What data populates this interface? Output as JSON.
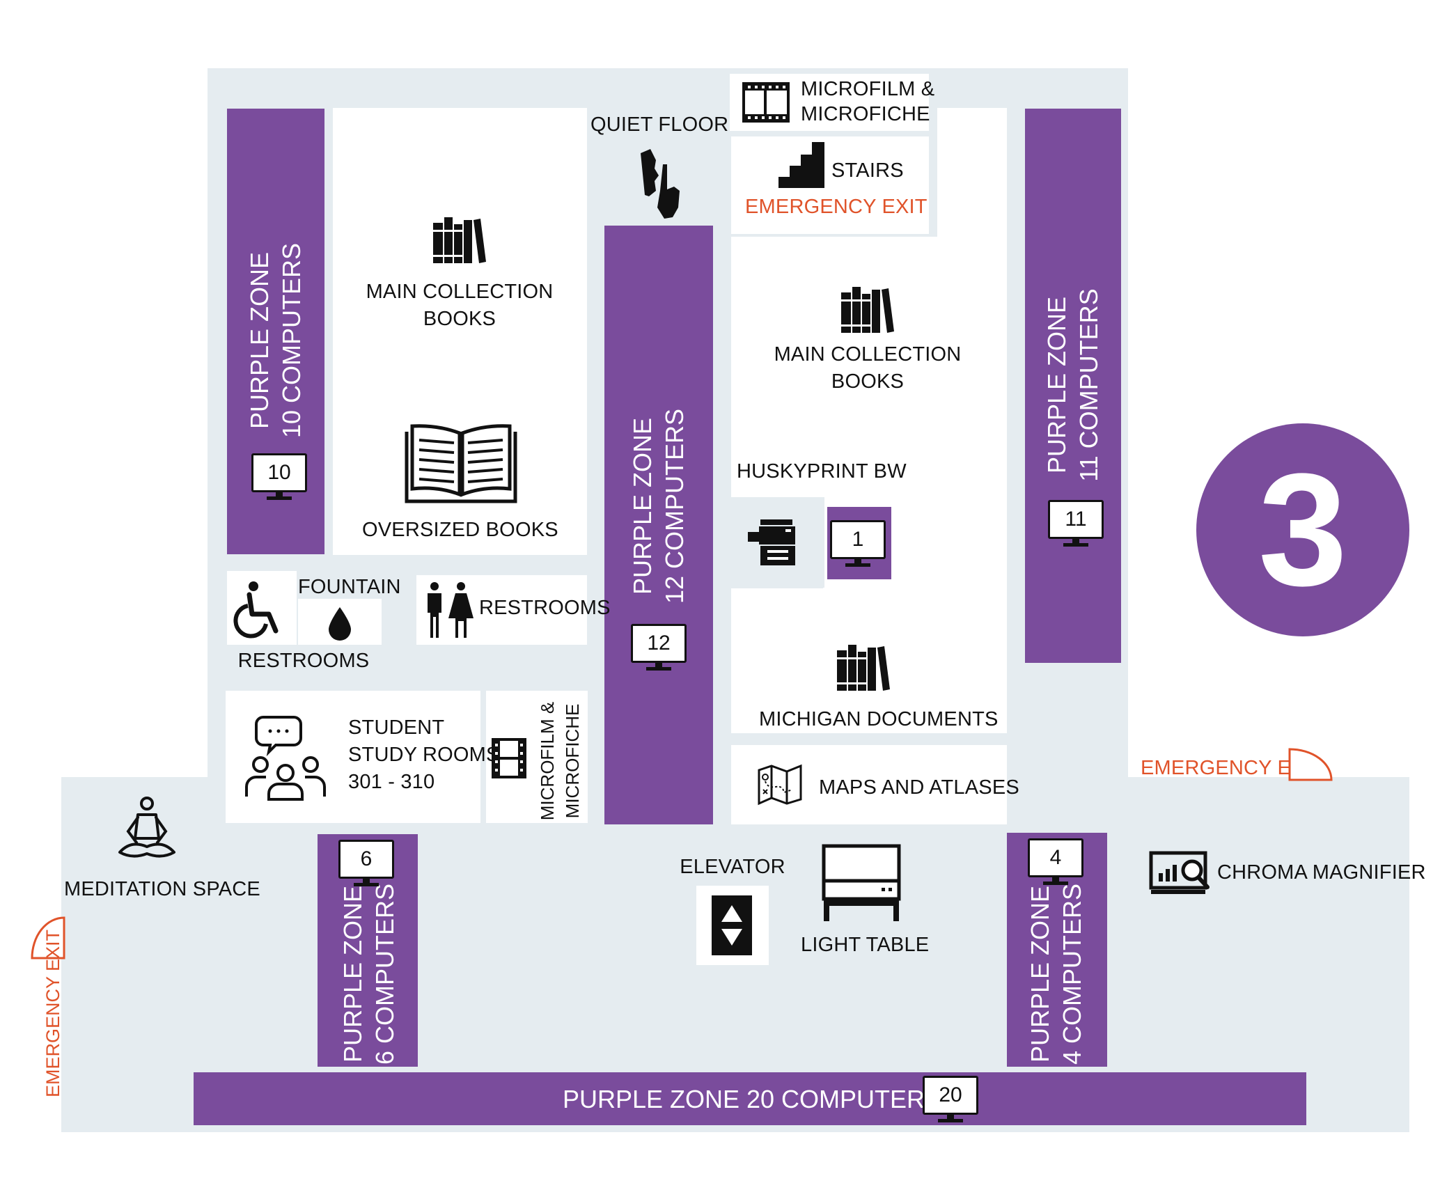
{
  "colors": {
    "purple": "#7a4c9c",
    "floor": "#e5ecf0",
    "exit": "#e0532a"
  },
  "floor_number": "3",
  "zones": {
    "z10": {
      "line1": "PURPLE  ZONE",
      "line2": "10 COMPUTERS",
      "count": "10"
    },
    "z12": {
      "line1": "PURPLE  ZONE",
      "line2": "12 COMPUTERS",
      "count": "12"
    },
    "z11": {
      "line1": "PURPLE  ZONE",
      "line2": "11 COMPUTERS",
      "count": "11"
    },
    "z6": {
      "line1": "PURPLE  ZONE",
      "line2": "6 COMPUTERS",
      "count": "6"
    },
    "z4": {
      "line1": "PURPLE  ZONE",
      "line2": "4 COMPUTERS",
      "count": "4"
    },
    "z20": {
      "label": "PURPLE ZONE 20 COMPUTERS",
      "count": "20"
    },
    "husky_count": "1"
  },
  "labels": {
    "main_collection_1": [
      "MAIN COLLECTION",
      "BOOKS"
    ],
    "main_collection_2": [
      "MAIN COLLECTION",
      "BOOKS"
    ],
    "oversized": "OVERSIZED BOOKS",
    "quiet_floor": "QUIET FLOOR",
    "microfilm_top": [
      "MICROFILM &",
      "MICROFICHE"
    ],
    "stairs": "STAIRS",
    "emergency_exit": "EMERGENCY EXIT",
    "huskyprint": "HUSKYPRINT BW",
    "fountain": "FOUNTAIN",
    "restrooms_left": "RESTROOMS",
    "restrooms_right": "RESTROOMS",
    "michigan_docs": "MICHIGAN DOCUMENTS",
    "study_rooms": [
      "STUDENT",
      "STUDY ROOMS",
      "301 - 310"
    ],
    "microfilm_side": [
      "MICROFILM &",
      "MICROFICHE"
    ],
    "maps": "MAPS AND ATLASES",
    "meditation": "MEDITATION SPACE",
    "elevator": "ELEVATOR",
    "light_table": "LIGHT TABLE",
    "chroma": "CHROMA MAGNIFIER"
  },
  "icons": [
    "books-icon",
    "open-book-icon",
    "quiet-icon",
    "film-icon",
    "stairs-icon",
    "printer-icon",
    "wheelchair-icon",
    "water-drop-icon",
    "restroom-icon",
    "study-group-icon",
    "map-icon",
    "meditation-icon",
    "elevator-icon",
    "light-table-icon",
    "magnifier-icon",
    "door-icon",
    "monitor-icon"
  ]
}
